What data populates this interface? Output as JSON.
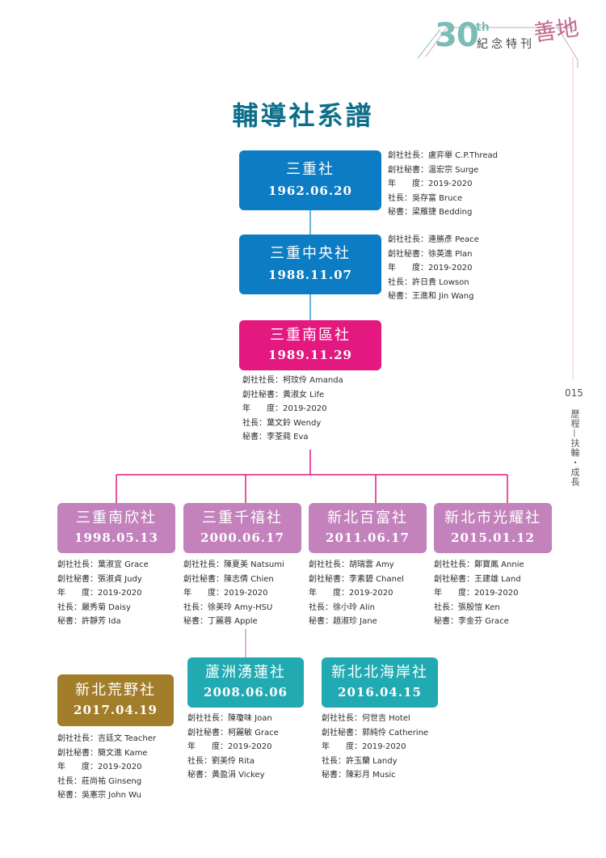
{
  "header": {
    "number": "30",
    "suffix": "th",
    "subtitle": "紀念特刊",
    "logo": "善地"
  },
  "page_number": "015",
  "side_text": "歷程—扶輪・成長",
  "title": "輔導社系譜",
  "colors": {
    "level1": "#0c7dc4",
    "level2": "#e31980",
    "level3": "#c382bc",
    "level4_teal": "#21aab2",
    "level4_brown": "#a37e2a",
    "connector_blue": "#0c7dc4",
    "connector_pink": "#e31980",
    "title": "#0d6e8a"
  },
  "clubs": [
    {
      "name": "三重社",
      "date": "1962.06.20",
      "info": [
        "創社社長：盧弈舉 C.P.Thread",
        "創社秘書：溫宏宗 Surge",
        "年　　度：2019-2020",
        "社長：吳存富 Bruce",
        "秘書：梁雁捷 Bedding"
      ]
    },
    {
      "name": "三重中央社",
      "date": "1988.11.07",
      "info": [
        "創社社長：連勝彥 Peace",
        "創社秘書：徐英進 Plan",
        "年　　度：2019-2020",
        "社長：許日貴 Lowson",
        "秘書：王進和 Jin Wang"
      ]
    },
    {
      "name": "三重南區社",
      "date": "1989.11.29",
      "info": [
        "創社社長：柯玟伶 Amanda",
        "創社秘書：黃淑女 Life",
        "年　　度：2019-2020",
        "社長：葉文鈴 Wendy",
        "秘書：李荃蒓 Eva"
      ]
    },
    {
      "name": "三重南欣社",
      "date": "1998.05.13",
      "info": [
        "創社社長：葉淑宜 Grace",
        "創社秘書：張淑貞 Judy",
        "年　　度：2019-2020",
        "社長：嚴秀菊 Daisy",
        "秘書：許靜芳 Ida"
      ]
    },
    {
      "name": "三重千禧社",
      "date": "2000.06.17",
      "info": [
        "創社社長：陳夏美 Natsumi",
        "創社秘書：陳志倩 Chien",
        "年　　度：2019-2020",
        "社長：徐美玲 Amy-HSU",
        "秘書：丁麗蓉 Apple"
      ]
    },
    {
      "name": "新北百富社",
      "date": "2011.06.17",
      "info": [
        "創社社長：胡瑞雲 Amy",
        "創社秘書：李素碧 Chanel",
        "年　　度：2019-2020",
        "社長：徐小玲 Alin",
        "秘書：趙淑珍 Jane"
      ]
    },
    {
      "name": "新北市光耀社",
      "date": "2015.01.12",
      "info": [
        "創社社長：鄭寶鳳 Annie",
        "創社秘書：王建雄 Land",
        "年　　度：2019-2020",
        "社長：張殷愷 Ken",
        "秘書：李金芬 Grace"
      ]
    },
    {
      "name": "蘆洲湧蓮社",
      "date": "2008.06.06",
      "info": [
        "創社社長：陳瓊味 Joan",
        "創社秘書：柯麗敏 Grace",
        "年　　度：2019-2020",
        "社長：劉美伶 Rita",
        "秘書：黃盈涓 Vickey"
      ]
    },
    {
      "name": "新北北海岸社",
      "date": "2016.04.15",
      "info": [
        "創社社長：何世吉 Hotel",
        "創社秘書：郭純伶 Catherine",
        "年　　度：2019-2020",
        "社長：許玉蘭 Landy",
        "秘書：陳彩月 Music"
      ]
    },
    {
      "name": "新北荒野社",
      "date": "2017.04.19",
      "info": [
        "創社社長：吉廷文 Teacher",
        "創社秘書：簡文進 Kame",
        "年　　度：2019-2020",
        "社長：莊尚祐 Ginseng",
        "秘書：吳憲宗 John Wu"
      ]
    }
  ]
}
